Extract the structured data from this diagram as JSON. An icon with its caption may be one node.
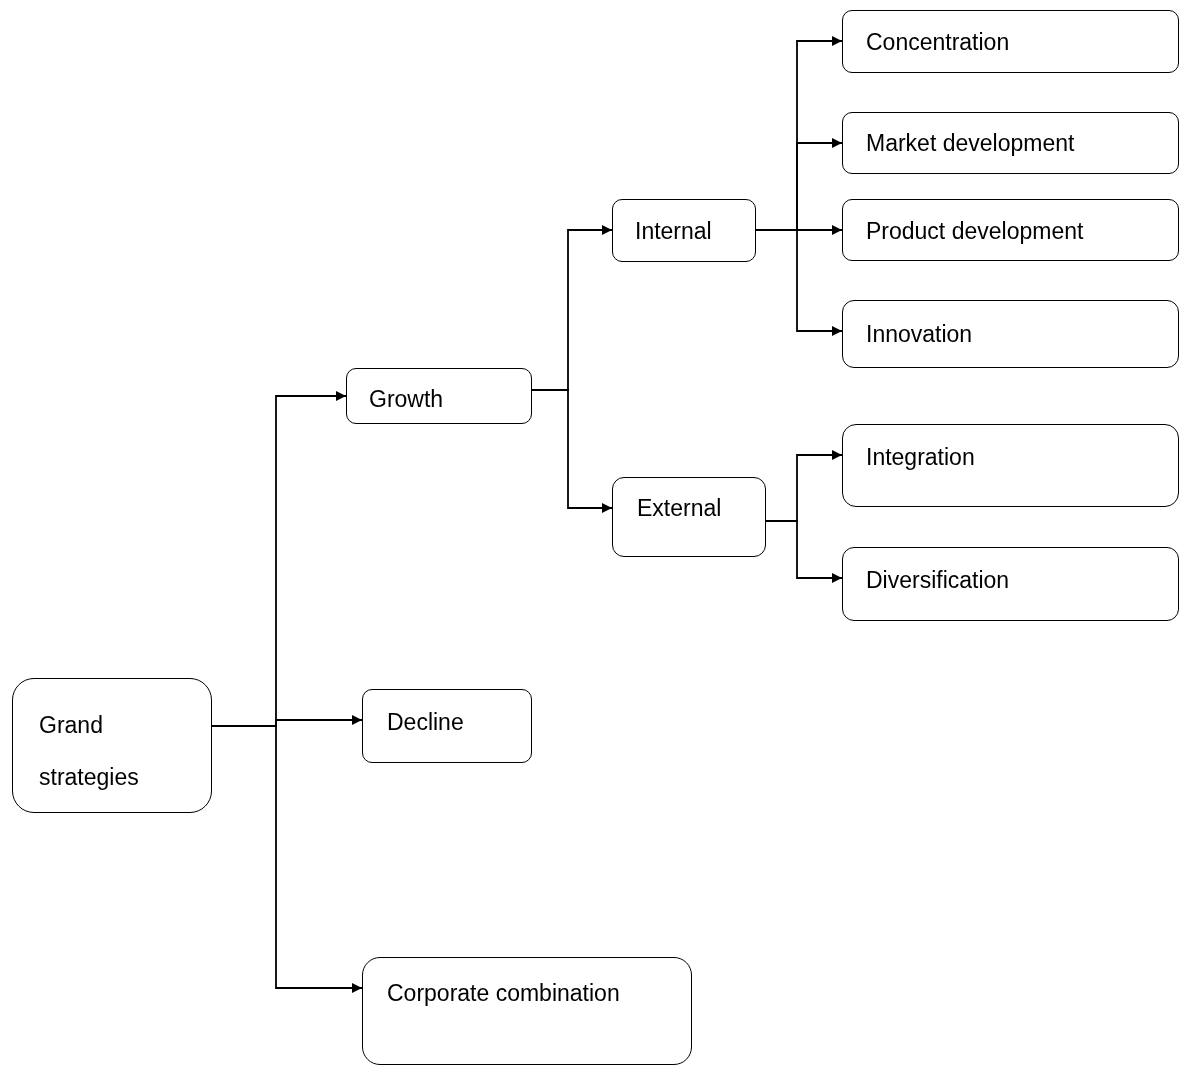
{
  "diagram": {
    "nodes": [
      {
        "text": [
          "Grand strategies"
        ]
      },
      {
        "text": [
          "Growth"
        ]
      },
      {
        "text": [
          "Decline"
        ]
      },
      {
        "text": [
          "Corporate combination"
        ]
      },
      {
        "text": [
          "Internal"
        ]
      },
      {
        "text": [
          "External"
        ]
      },
      {
        "text": [
          "Concentration"
        ]
      },
      {
        "text": [
          "Market development"
        ]
      },
      {
        "text": [
          "Product development"
        ]
      },
      {
        "text": [
          "Innovation"
        ]
      },
      {
        "text": [
          "Integration"
        ]
      },
      {
        "text": [
          "Diversification"
        ]
      }
    ],
    "edges": [
      {
        "from": 0,
        "to": 1,
        "arrow": "to"
      },
      {
        "from": 0,
        "to": 2,
        "arrow": "to"
      },
      {
        "from": 0,
        "to": 3,
        "arrow": "to"
      },
      {
        "from": 1,
        "to": 4,
        "arrow": "to"
      },
      {
        "from": 1,
        "to": 5,
        "arrow": "to"
      },
      {
        "from": 4,
        "to": 6,
        "arrow": "to"
      },
      {
        "from": 4,
        "to": 7,
        "arrow": "to"
      },
      {
        "from": 4,
        "to": 8,
        "arrow": "to"
      },
      {
        "from": 4,
        "to": 9,
        "arrow": "to"
      },
      {
        "from": 5,
        "to": 10,
        "arrow": "to"
      },
      {
        "from": 5,
        "to": 11,
        "arrow": "to"
      }
    ]
  }
}
